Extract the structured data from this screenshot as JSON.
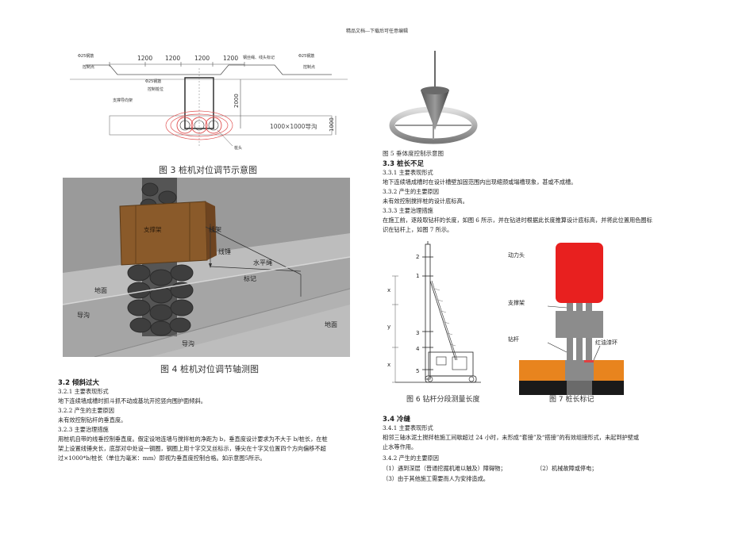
{
  "header": {
    "text": "精品文档---下载后可任意编辑"
  },
  "fig3": {
    "caption": "图 3 桩机对位调节示意图",
    "dims": [
      "1200",
      "1200",
      "1200",
      "1200"
    ],
    "rebar_left": [
      "Φ25钢筋",
      "控制点"
    ],
    "rebar_right": [
      "Φ25钢筋",
      "控制点"
    ],
    "rebar_mid": [
      "Φ25钢筋",
      "控制桩位"
    ],
    "line_label": "钢丝绳、线头标记",
    "guide_label": "支撑导向架",
    "pile_label": "桩头",
    "dim_2000": "2000",
    "dim_1000": "1000",
    "trench_label": "1000×1000导沟"
  },
  "fig4": {
    "caption": "图 4 桩机对位调节轴测图",
    "labels": {
      "support": "支撑架",
      "line_frame": "线架",
      "plumb": "线锤",
      "level_rope": "水平绳",
      "mark": "标记",
      "ground_left": "地面",
      "trench_left": "导沟",
      "trench_bottom": "导沟",
      "ground_right": "地面"
    }
  },
  "sec32": {
    "title": "3.2 倾斜过大",
    "s1_title": "3.2.1 主要表现形式",
    "s1_text": "地下连续墙成槽时抓斗抓不动成基坑开挖竖向围护面倾斜。",
    "s2_title": " 3.2.2 产生的主要原因",
    "s2_text": "未有效控制钻杆的垂直度。",
    "s3_title": " 3.2.3 主要治理措施",
    "s3_text1": "用桩机自带的线垂控制垂直度。假定设地连墙与搅拌桩的净距为 b，垂直度设计要求为不大于 b/桩长，在桩",
    "s3_text2": "架上设置线锤夹长，底部对中处设一钢圈，钢圈上用十字交叉丝标示，锤尖在十字叉位置四个方向偏移不超",
    "s3_text3": "过×1000*b/桩长（单位为毫米：mm）即视为垂直度控制合格。如示意图5所示。"
  },
  "fig5": {
    "caption": "图 5 垂体度控制示意图"
  },
  "sec33": {
    "title": "3.3 桩长不足",
    "s1_title": "3.3.1 主要表现形式",
    "s1_text": "地下连续墙成槽时在设计槽壁加固范围内出现缩颈或塌槽现象，甚或不成槽。",
    "s2_title": " 3.3.2 产生的主要原因",
    "s2_text": "未有效控制搅拌桩的设计底标高。",
    "s3_title": " 3.3.3 主要治理措施",
    "s3_text1": "在施工前，逐段取钻杆的长度，如图 6 所示，并在钻进时根据此长度推算设计底标高，并将此位置用色圈标",
    "s3_text2": "识在钻杆上，如图 7 所示。"
  },
  "fig6": {
    "caption": "图 6  钻杆分段测量长度",
    "nums": [
      "2",
      "1",
      "3",
      "4",
      "5"
    ],
    "letters": [
      "x",
      "y",
      "x"
    ]
  },
  "fig7": {
    "caption": "图 7  桩长标记",
    "labels": {
      "power_head": "动力头",
      "support": "支撑架",
      "drill_rod": "钻杆",
      "red_ring": "红油漆环"
    }
  },
  "sec34": {
    "title": "3.4 冷缝",
    "s1_title": "3.4.1 主要表现形式",
    "s1_text": "相邻三轴水泥土搅拌桩施工间歇超过 24 小时，未形成“套接”及“搭接”的有效组接形式，未起到护壁或",
    "s1_text2": "止水等作用。",
    "s2_title": "3.4.2 产生的主要原因",
    "items": [
      "（1）遇到深层（普通挖掘机难以触及）障碍物；",
      "（2）机械故障或停电；",
      "（3）由于其他施工需要而人为安排造成。"
    ]
  },
  "colors": {
    "red_head": "#e8201f",
    "orange_soil": "#e8841e",
    "gray_support": "#8c8c8c",
    "ring_red": "#e04040"
  }
}
